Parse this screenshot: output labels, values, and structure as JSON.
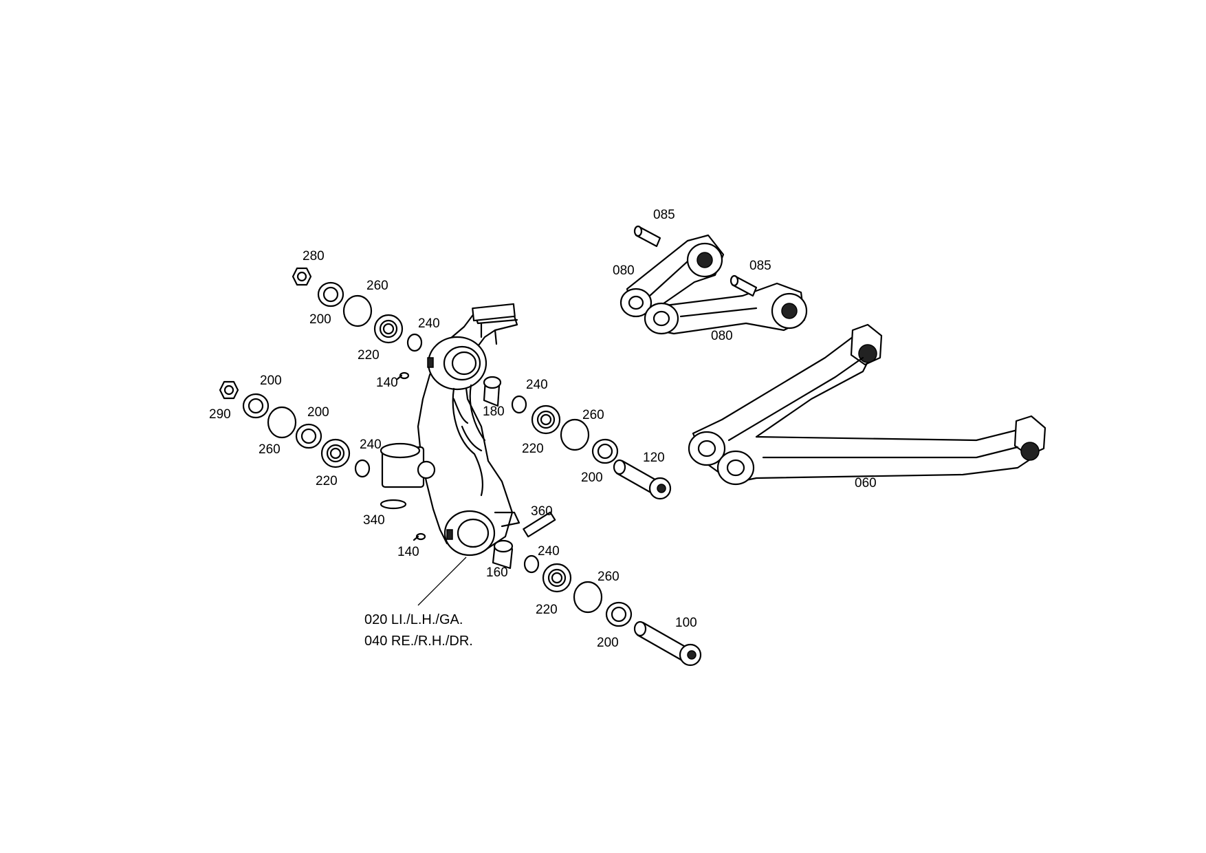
{
  "labels": {
    "p280": "280",
    "p200a": "200",
    "p260a": "260",
    "p220a": "220",
    "p240a": "240",
    "p140a": "140",
    "p290": "290",
    "p200b": "200",
    "p200c": "200",
    "p260b": "260",
    "p220b": "220",
    "p240b": "240",
    "p340": "340",
    "p140b": "140",
    "p180": "180",
    "p240c": "240",
    "p220c": "220",
    "p260c": "260",
    "p200d": "200",
    "p120": "120",
    "p360": "360",
    "p240d": "240",
    "p160": "160",
    "p220d": "220",
    "p260d": "260",
    "p200e": "200",
    "p100": "100",
    "p085a": "085",
    "p085b": "085",
    "p080a": "080",
    "p080b": "080",
    "p060": "060"
  },
  "variants": {
    "left": "020 LI./L.H./GA.",
    "right": "040 RE./R.H./DR."
  }
}
